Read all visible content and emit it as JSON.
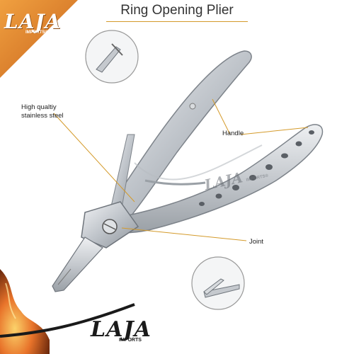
{
  "title": "Ring Opening Plier",
  "callouts": {
    "steel": "High qualtiy stainless steel",
    "handle": "Handle",
    "joint": "Joint"
  },
  "brand": {
    "name": "LAJA",
    "tagline": "IMPORTS",
    "corner_tagline": "IMPORTS®",
    "watermark_tagline": "IMPORTS®"
  },
  "colors": {
    "accent": "#d49a2a",
    "corner_banner": "#e0862a",
    "flame": "#e8732a",
    "steel": "#c9cdd2"
  }
}
